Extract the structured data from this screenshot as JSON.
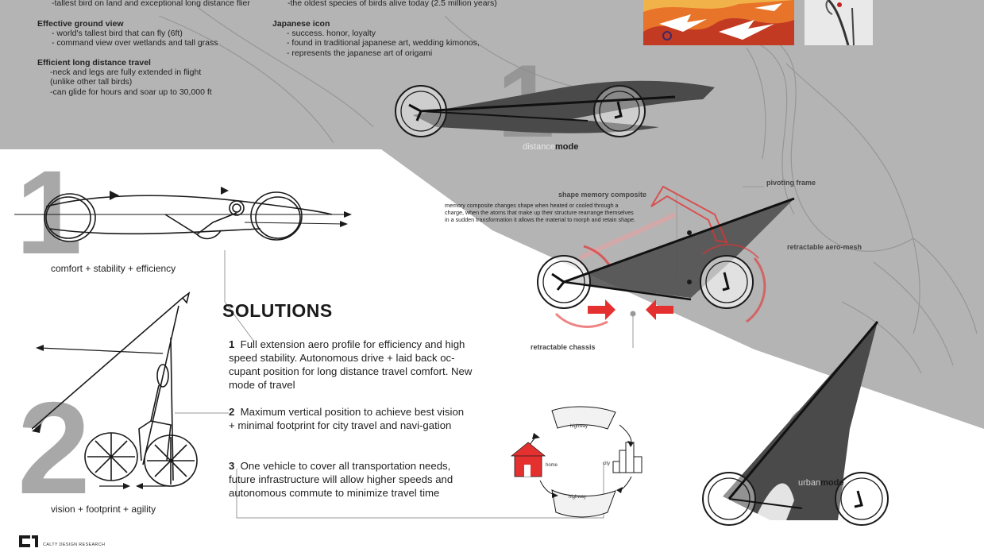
{
  "left_column": {
    "line0": "-tallest bird on land and exceptional long distance flier",
    "section1": {
      "heading": "Effective ground view",
      "lines": [
        "- world's tallest bird that can fly (6ft)",
        "- command view over wetlands and tall grass"
      ]
    },
    "section2": {
      "heading": "Efficient long distance travel",
      "lines": [
        "-neck and legs are fully extended in flight",
        "(unlike other tall birds)",
        "-can glide for hours and soar up to 30,000 ft"
      ]
    }
  },
  "mid_column": {
    "line0": "-the oldest species of birds alive today (2.5 million years)",
    "section": {
      "heading": "Japanese icon",
      "lines": [
        "- success. honor, loyalty",
        "- found in traditional japanese art, wedding kimonos,",
        "- represents the japanese art of origami"
      ]
    }
  },
  "big_numbers": {
    "n1_top": "1",
    "n1_left": "1",
    "n2_left": "2",
    "n2_right": "2"
  },
  "modes": {
    "distance_light": "distance",
    "distance_bold": "mode",
    "urban_light": "urban",
    "urban_bold": "mode"
  },
  "captions": {
    "comfort": "comfort + stability + efficiency",
    "vision": "vision + footprint + agility"
  },
  "solutions": {
    "title": "SOLUTIONS",
    "items": [
      {
        "num": "1",
        "text": "Full extension aero profile for efficiency and high speed stability.  Autonomous drive + laid back oc-cupant position for long distance travel comfort. New mode of travel"
      },
      {
        "num": "2",
        "text": "Maximum vertical position to achieve best vision + minimal footprint for city travel and navi-gation"
      },
      {
        "num": "3",
        "text": "One vehicle to cover all transportation needs, future infrastructure will allow higher speeds and autonomous commute to minimize travel time"
      }
    ]
  },
  "annotations": {
    "shape_memory": "shape memory composite",
    "shape_memory_desc": [
      "memory composite changes shape when heated or cooled through a",
      "charge, when the atoms that make up their structure rearrange themselves",
      "in a sudden transformation it allows the material to morph and retain shape."
    ],
    "pivoting_frame": "pivoting frame",
    "aero_mesh": "retractable aero-mesh",
    "chassis": "retractable chassis"
  },
  "cycle": {
    "highway_top": "highway",
    "highway_bottom": "highway",
    "home": "home",
    "city": "city"
  },
  "footer": {
    "logo": "CALTY DESIGN RESEARCH"
  },
  "colors": {
    "grey_band": "#b3b3b3",
    "red_arrow": "#e53030",
    "dark_shape": "#4a4a4a",
    "big_number": "#8c8c8c"
  }
}
